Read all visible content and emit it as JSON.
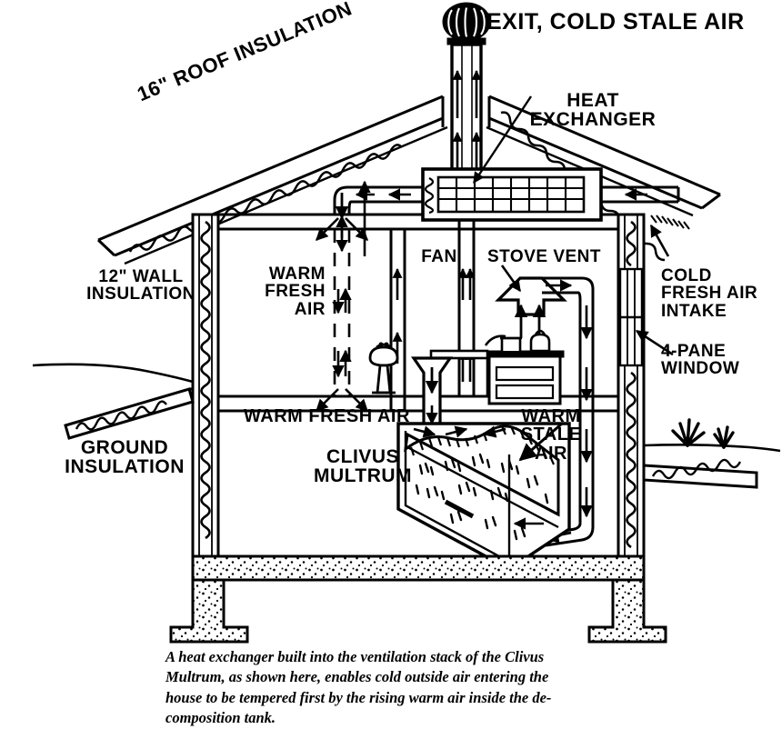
{
  "figure": {
    "kind": "cutaway-section-diagram",
    "subject": "Clivus Multrum composting toilet with heat exchanger in ventilation stack",
    "ink_color": "#000000",
    "background_color": "#ffffff"
  },
  "labels": {
    "exit_stale_air": "EXIT, COLD STALE AIR",
    "heat_exchanger": "HEAT\nEXCHANGER",
    "roof_insulation": "16\" ROOF INSULATION",
    "wall_insulation": "12\" WALL\nINSULATION",
    "warm_fresh_air_vertical": "WARM\nFRESH\nAIR",
    "fan": "FAN",
    "stove_vent": "STOVE VENT",
    "cold_fresh_air_intake": "COLD\nFRESH AIR\nINTAKE",
    "four_pane_window": "4-PANE\nWINDOW",
    "ground_insulation": "GROUND\nINSULATION",
    "warm_fresh_air_horizontal": "WARM FRESH AIR",
    "warm_stale_air": "WARM\nSTALE\nAIR",
    "clivus_multrum": "CLIVUS\nMULTRUM"
  },
  "caption": {
    "line1": "A heat exchanger built into the ventilation stack of the Clivus",
    "line2": "Multrum, as shown here, enables cold outside air entering the",
    "line3": "house to be tempered first by the rising warm air inside the de-",
    "line4": "composition tank."
  },
  "components": {
    "turbine_vent_cap": "turbine-vent-cap-icon",
    "heat_exchanger_core": "heat-exchanger-grid-icon",
    "stove": "stove-icon",
    "sink": "pedestal-sink-icon",
    "toilet_chute": "toilet-chute-icon",
    "grass_tuft": "grass-tuft-icon",
    "concrete_footing": "concrete-foundation-icon",
    "range_hood": "stove-vent-hood-icon"
  },
  "flow_arrows": {
    "up_stale": "stale air rises up the stack",
    "down_fresh": "cold fresh air drawn down from intake",
    "into_room": "warm fresh air discharged into room",
    "into_tank": "air drawn into decomposition tank"
  }
}
